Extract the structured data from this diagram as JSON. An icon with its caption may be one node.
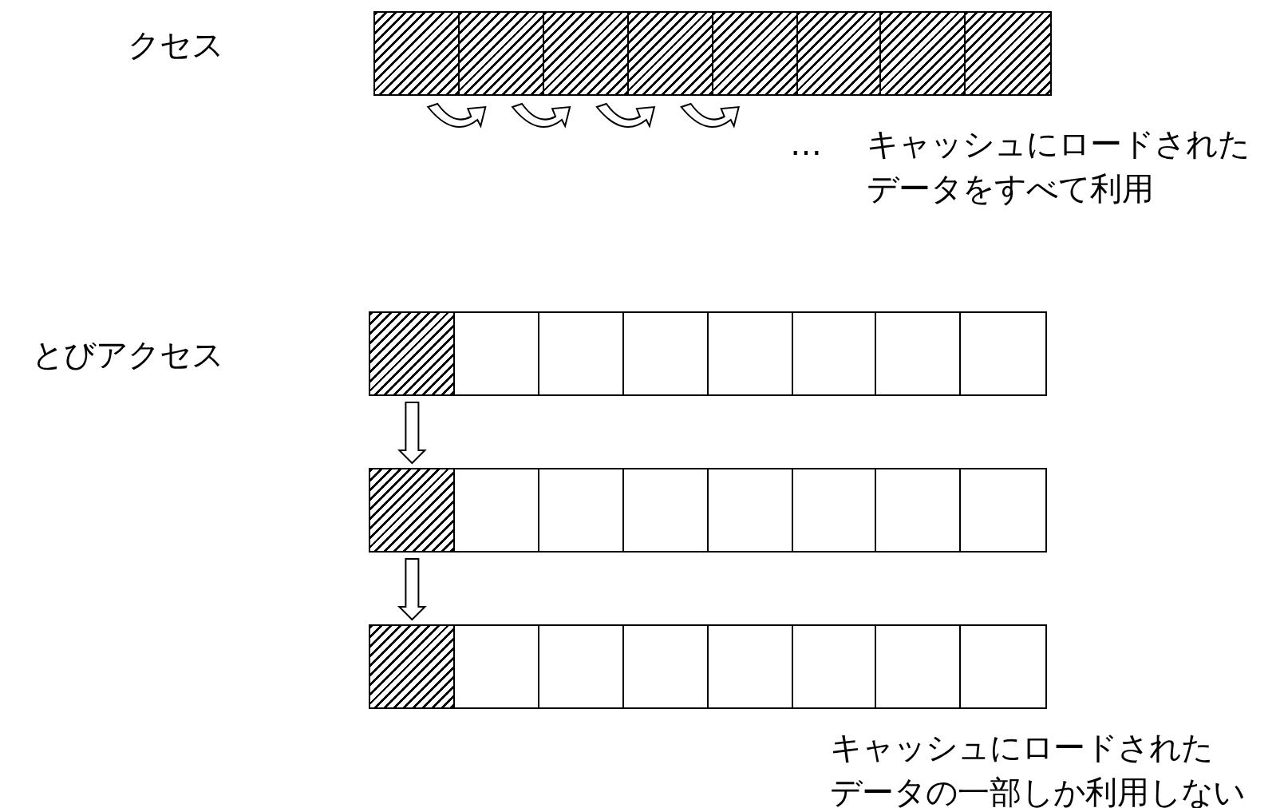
{
  "diagram": {
    "nodes": [
      {
        "text": [],
        "shape": "hatched"
      },
      {
        "text": [],
        "shape": "hatched"
      },
      {
        "text": [],
        "shape": "hatched"
      },
      {
        "text": [],
        "shape": "hatched"
      },
      {
        "text": [],
        "shape": "hatched"
      },
      {
        "text": [],
        "shape": "hatched"
      },
      {
        "text": [],
        "shape": "hatched"
      },
      {
        "text": [],
        "shape": "hatched"
      },
      {
        "text": [],
        "shape": "hatched"
      },
      {
        "text": [],
        "shape": "box"
      },
      {
        "text": [],
        "shape": "box"
      },
      {
        "text": [],
        "shape": "box"
      },
      {
        "text": [],
        "shape": "box"
      },
      {
        "text": [],
        "shape": "box"
      },
      {
        "text": [],
        "shape": "box"
      },
      {
        "text": [],
        "shape": "box"
      },
      {
        "text": [],
        "shape": "hatched"
      },
      {
        "text": [],
        "shape": "box"
      },
      {
        "text": [],
        "shape": "box"
      },
      {
        "text": [],
        "shape": "box"
      },
      {
        "text": [],
        "shape": "box"
      },
      {
        "text": [],
        "shape": "box"
      },
      {
        "text": [],
        "shape": "box"
      },
      {
        "text": [],
        "shape": "box"
      },
      {
        "text": [],
        "shape": "hatched"
      },
      {
        "text": [],
        "shape": "box"
      },
      {
        "text": [],
        "shape": "box"
      },
      {
        "text": [],
        "shape": "box"
      },
      {
        "text": [],
        "shape": "box"
      },
      {
        "text": [],
        "shape": "box"
      },
      {
        "text": [],
        "shape": "box"
      },
      {
        "text": [],
        "shape": "box"
      }
    ],
    "edges": [
      {
        "from": 0,
        "to": 1,
        "arrow": "to"
      },
      {
        "from": 1,
        "to": 2,
        "arrow": "to"
      },
      {
        "from": 2,
        "to": 3,
        "arrow": "to"
      },
      {
        "from": 3,
        "to": 4,
        "arrow": "to"
      },
      {
        "from": 8,
        "to": 16,
        "arrow": "to"
      },
      {
        "from": 16,
        "to": 24,
        "arrow": "to"
      }
    ],
    "labels": [
      "クセス",
      "…",
      "キャッシュにロードされたデータをすべて利用",
      "とびアクセス",
      "キャッシュにロードされたデータの一部しか利用しない"
    ]
  }
}
